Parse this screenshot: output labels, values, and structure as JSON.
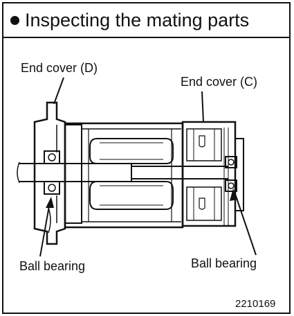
{
  "title": "Inspecting the mating parts",
  "labels": {
    "end_cover_d": "End cover (D)",
    "end_cover_c": "End cover (C)",
    "ball_bearing_left": "Ball bearing",
    "ball_bearing_right": "Ball bearing"
  },
  "figure_code": "2210169"
}
